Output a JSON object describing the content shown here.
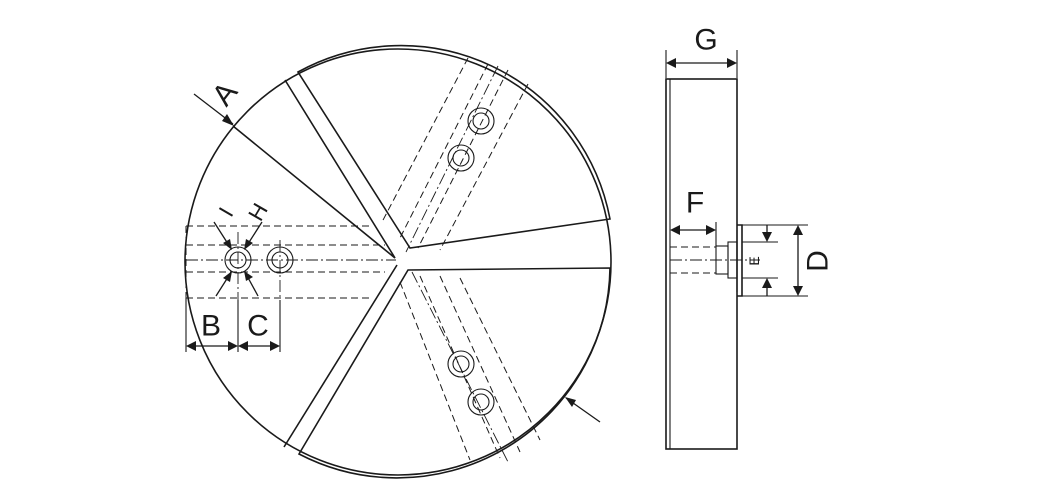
{
  "labels": {
    "a": "A",
    "b": "B",
    "c": "C",
    "d": "D",
    "e": "E",
    "f": "F",
    "g": "G",
    "h": "H",
    "i": "I"
  }
}
